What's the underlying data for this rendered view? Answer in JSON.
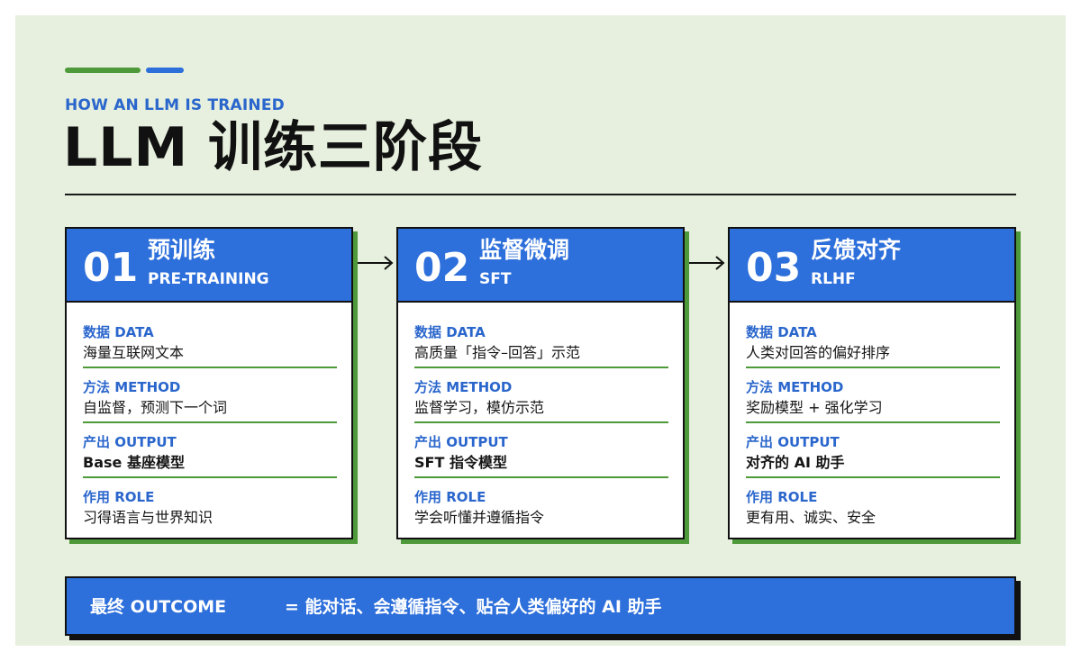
{
  "colors": {
    "background": "#e7f0de",
    "blue": "#2d6fdb",
    "green": "#4e9a3a",
    "label_blue": "#2a66cc",
    "ink": "#111111"
  },
  "header": {
    "eyebrow": "HOW AN LLM IS TRAINED",
    "title": "LLM 训练三阶段"
  },
  "stages": [
    {
      "num": "01",
      "cn": "预训练",
      "en": "PRE-TRAINING",
      "fields": [
        {
          "label": "数据 DATA",
          "value": "海量互联网文本"
        },
        {
          "label": "方法 METHOD",
          "value": "自监督，预测下一个词"
        },
        {
          "label": "产出 OUTPUT",
          "value": "Base 基座模型"
        },
        {
          "label": "作用 ROLE",
          "value": "习得语言与世界知识"
        }
      ]
    },
    {
      "num": "02",
      "cn": "监督微调",
      "en": "SFT",
      "fields": [
        {
          "label": "数据 DATA",
          "value": "高质量「指令–回答」示范"
        },
        {
          "label": "方法 METHOD",
          "value": "监督学习，模仿示范"
        },
        {
          "label": "产出 OUTPUT",
          "value": "SFT 指令模型"
        },
        {
          "label": "作用 ROLE",
          "value": "学会听懂并遵循指令"
        }
      ]
    },
    {
      "num": "03",
      "cn": "反馈对齐",
      "en": "RLHF",
      "fields": [
        {
          "label": "数据 DATA",
          "value": "人类对回答的偏好排序"
        },
        {
          "label": "方法 METHOD",
          "value": "奖励模型 + 强化学习"
        },
        {
          "label": "产出 OUTPUT",
          "value": "对齐的 AI 助手"
        },
        {
          "label": "作用 ROLE",
          "value": "更有用、诚实、安全"
        }
      ]
    }
  ],
  "outcome": {
    "label": "最终 OUTCOME",
    "text": "= 能对话、会遵循指令、贴合人类偏好的 AI 助手"
  }
}
